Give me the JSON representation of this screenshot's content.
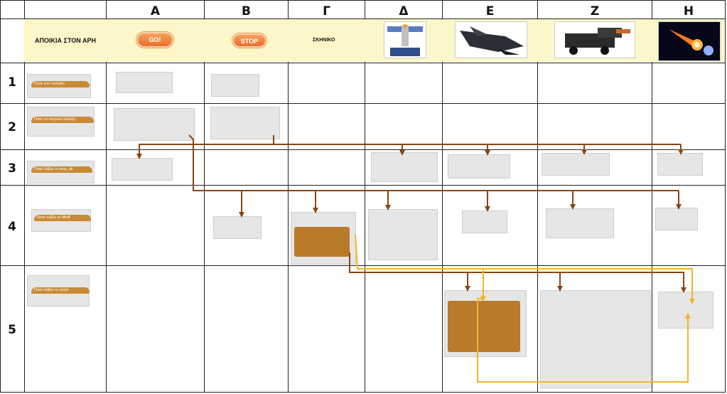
{
  "columns": [
    "Α",
    "Β",
    "Γ",
    "Δ",
    "Ε",
    "Ζ",
    "Η"
  ],
  "rows": [
    "1",
    "2",
    "3",
    "4",
    "5"
  ],
  "header": {
    "title": "ΑΠΟΙΚΙΑ ΣΤΟΝ ΑΡΗ",
    "go_label": "GO!",
    "stop_label": "STOP",
    "scene_label": "ΣΚΗΝΙΚΟ"
  },
  "row_labels": {
    "r1": "Όταν στο πατηθεί",
    "r2": "Όταν το σκηνικό αλλάξει",
    "r3": "Όταν λάβω το stop_all",
    "r4": "Όταν λάβω το liftoff",
    "r5": "Όταν λάβω το crash"
  },
  "colors": {
    "arrow_brown": "#8b4513",
    "arrow_yellow": "#f4b324",
    "header_band": "#fdf6c9",
    "event_block": "#c98a35",
    "looks_block": "#8a5cd6"
  },
  "icons": [
    "satellite-image",
    "spaceship-image",
    "rover-image",
    "meteor-image",
    "green-flag-icon"
  ]
}
